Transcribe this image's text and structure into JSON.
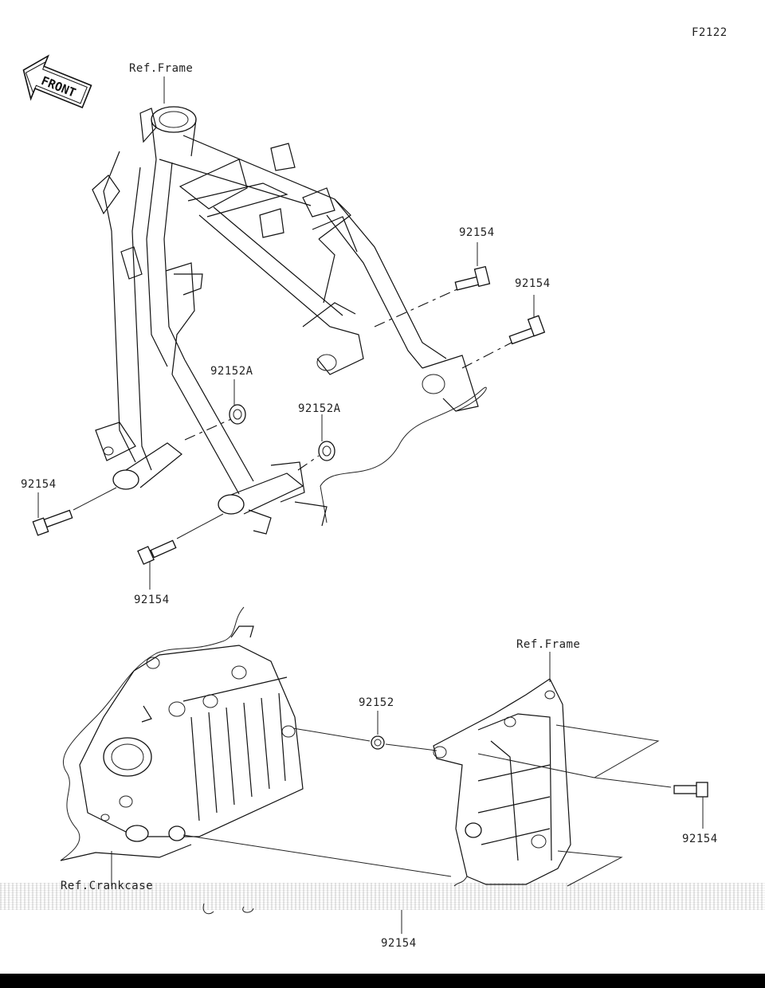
{
  "figure_code": "F2122",
  "front_arrow_text": "FRONT",
  "labels": {
    "ref_frame_top": "Ref.Frame",
    "ref_frame_bottom": "Ref.Frame",
    "ref_crankcase": "Ref.Crankcase",
    "p1": "92154",
    "p2": "92154",
    "p3": "92152A",
    "p4": "92152A",
    "p5": "92154",
    "p6": "92154",
    "p7": "92152",
    "p8": "92154",
    "p9": "92154"
  }
}
